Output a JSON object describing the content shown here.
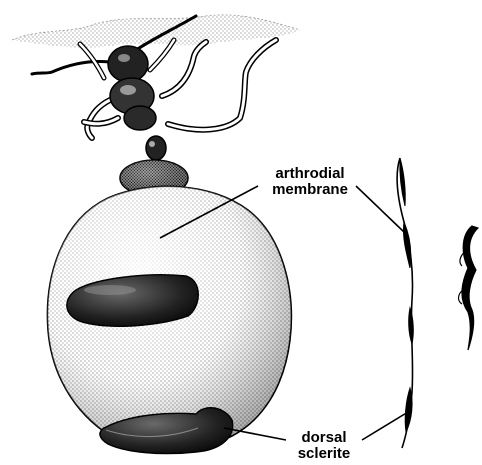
{
  "labels": {
    "arthrodial": [
      "arthrodial",
      "membrane"
    ],
    "dorsal": [
      "dorsal",
      "sclerite"
    ]
  },
  "colors": {
    "ink": "#000000",
    "paper": "#ffffff"
  }
}
